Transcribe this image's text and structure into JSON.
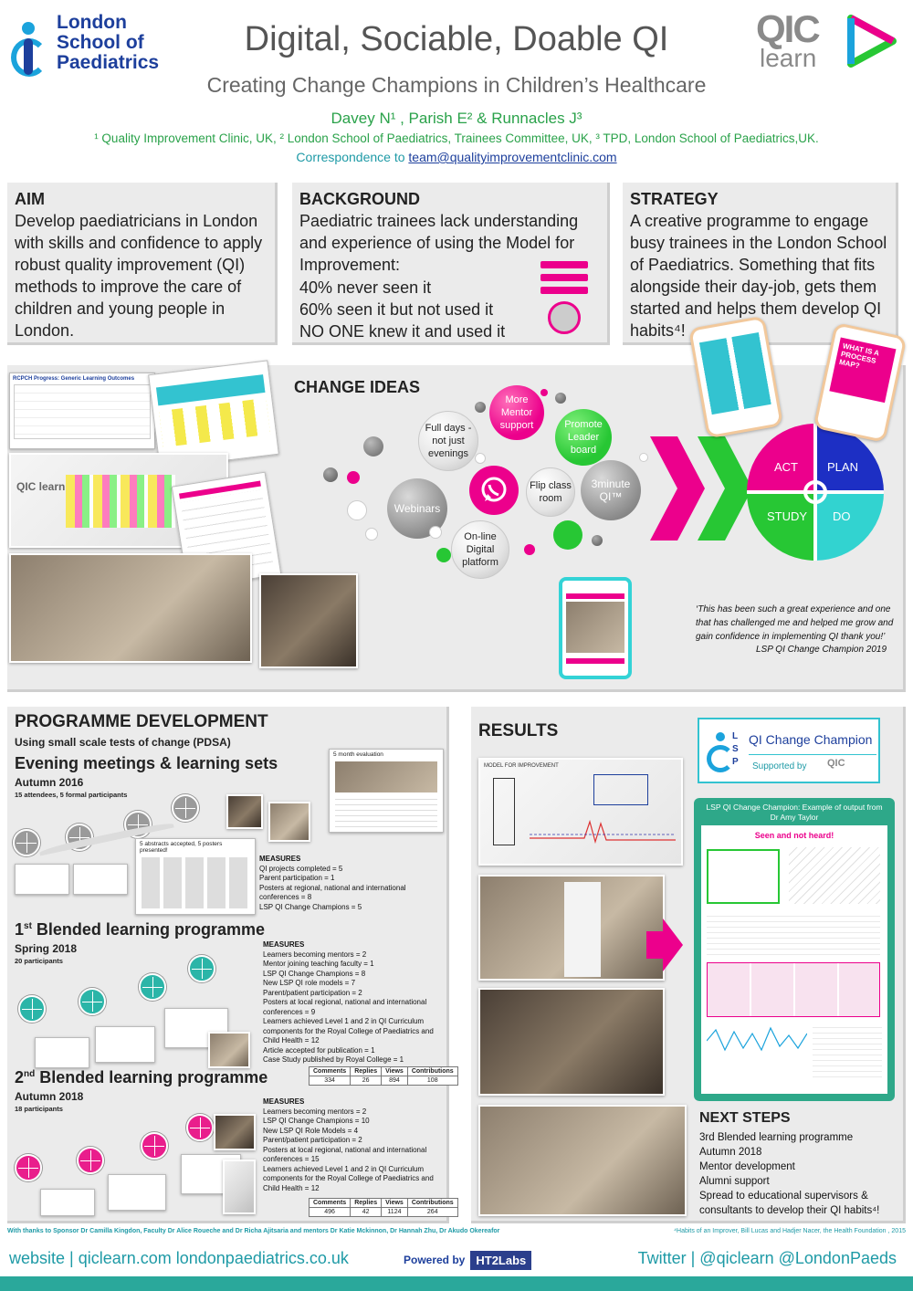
{
  "header": {
    "lsp_logo_text": "London School of Paediatrics",
    "title": "Digital, Sociable, Doable QI",
    "subtitle": "Creating Change Champions in Children’s Healthcare",
    "qic_logo_top": "QIC",
    "qic_logo_bottom": "learn",
    "authors": "Davey N¹ , Parish E² & Runnacles J³",
    "affiliations": "¹ Quality Improvement Clinic, UK, ² London School of Paediatrics, Trainees Committee, UK, ³ TPD, London School of Paediatrics,UK.",
    "correspondence_prefix": "Correspondence to",
    "correspondence_email": "team@qualityimprovementclinic.com"
  },
  "aim": {
    "heading": "AIM",
    "text": "Develop paediatricians in London with skills and confidence to apply robust quality improvement (QI) methods to improve the care of children and young people in London."
  },
  "background": {
    "heading": "BACKGROUND",
    "line1": "Paediatric trainees lack understanding and experience of using the Model for Improvement:",
    "line2": "40% never seen it",
    "line3": "60% seen it but not used it",
    "line4": "NO ONE knew it and used it"
  },
  "strategy": {
    "heading": "STRATEGY",
    "text": "A creative programme to engage busy trainees in the London School of Paediatrics. Something that fits alongside their day-job, gets them started and helps them develop QI habits⁴!"
  },
  "change_ideas": {
    "heading": "CHANGE IDEAS",
    "bubbles": {
      "more_mentor": "More Mentor support",
      "full_days": "Full days - not just evenings",
      "promote": "Promote Leader board",
      "webinars": "Webinars",
      "flip": "Flip class room",
      "three_min": "3minute QI™",
      "online": "On-line Digital platform"
    },
    "pdsa": {
      "act": "ACT",
      "plan": "PLAN",
      "study": "STUDY",
      "do": "DO"
    },
    "quote": "‘This has been such a great experience and one that has challenged me and helped me grow and gain confidence in implementing QI thank you!’",
    "quote_attrib": "LSP QI Change Champion 2019",
    "rcpch_title": "RCPCH Progress: Generic Learning Outcomes",
    "phone_card_text": "WHAT IS A PROCESS MAP?"
  },
  "programme": {
    "heading": "PROGRAMME DEVELOPMENT",
    "subheading": "Using small scale tests of change (PDSA)",
    "evening": {
      "title": "Evening meetings & learning sets",
      "term": "Autumn 2016",
      "participants": "15 attendees, 5 formal participants",
      "eval_label": "5 month evaluation",
      "abstracts_label": "5 abstracts accepted, 5 posters presented!",
      "measures_heading": "MEASURES",
      "measures": [
        "QI projects completed = 5",
        "Parent participation = 1",
        "Posters at regional, national and international conferences  = 8",
        "LSP QI Change Champions = 5"
      ]
    },
    "first": {
      "title_prefix": "1",
      "title_sup": "st",
      "title_rest": " Blended learning programme",
      "term": "Spring 2018",
      "participants": "20 participants",
      "measures_heading": "MEASURES",
      "measures": [
        "Learners becoming mentors = 2",
        "Mentor joining teaching faculty = 1",
        "LSP QI Change Champions = 8",
        "New LSP QI role models = 7",
        "Parent/patient participation = 2",
        "Posters at local regional, national and international conferences = 9",
        "Learners achieved Level 1 and 2 in QI Curriculum components for the Royal College of Paediatrics and Child Health = 12",
        "Article accepted for publication = 1",
        "Case Study published by Royal College = 1"
      ],
      "table": {
        "headers": [
          "Comments",
          "Replies",
          "Views",
          "Contributions"
        ],
        "values": [
          "334",
          "26",
          "894",
          "108"
        ]
      }
    },
    "second": {
      "title_prefix": "2",
      "title_sup": "nd",
      "title_rest": " Blended learning programme",
      "term": "Autumn 2018",
      "participants": "18 participants",
      "measures_heading": "MEASURES",
      "measures": [
        "Learners becoming mentors  = 2",
        "LSP QI Change Champions = 10",
        "New LSP QI Role Models = 4",
        "Parent/patient participation = 2",
        "Posters at local regional, national and international conferences = 15",
        "Learners achieved Level 1 and 2 in QI Curriculum components for the Royal College of Paediatrics and Child Health = 12"
      ],
      "table": {
        "headers": [
          "Comments",
          "Replies",
          "Views",
          "Contributions"
        ],
        "values": [
          "496",
          "42",
          "1124",
          "264"
        ]
      }
    }
  },
  "results": {
    "heading": "RESULTS",
    "champion_badge": "QI Change Champion",
    "supported_by": "Supported by",
    "lsp_short": "LSP",
    "example_title": "LSP QI Change Champion: Example of output from Dr Amy Taylor",
    "example_poster_heading": "Seen and not heard!",
    "whiteboard_title": "MODEL FOR IMPROVEMENT"
  },
  "next_steps": {
    "heading": "NEXT STEPS",
    "items": [
      "3rd Blended learning programme",
      "Autumn 2018",
      "Mentor development",
      "Alumni support",
      "Spread to educational supervisors & consultants to develop their QI habits⁴!"
    ]
  },
  "footer": {
    "thanks": "With thanks to Sponsor Dr Camilla Kingdon, Faculty Dr Alice Roueche and Dr Richa Ajitsaria and mentors Dr Katie Mckinnon, Dr Hannah Zhu, Dr Akudo Okereafor",
    "reference": "⁴Habits of an Improver, Bill Lucas  and Hadjer Nacer, the Health Foundation , 2015",
    "website": "website | qiclearn.com  londonpaediatrics.co.uk",
    "powered_by": "Powered by",
    "ht2": "HT2Labs",
    "twitter": "Twitter | @qiclearn  @LondonPaeds"
  },
  "colors": {
    "teal": "#1e9aa6",
    "green": "#2aa24a",
    "pink": "#ec008c",
    "lime": "#27c734",
    "blue": "#1d3f9c"
  }
}
